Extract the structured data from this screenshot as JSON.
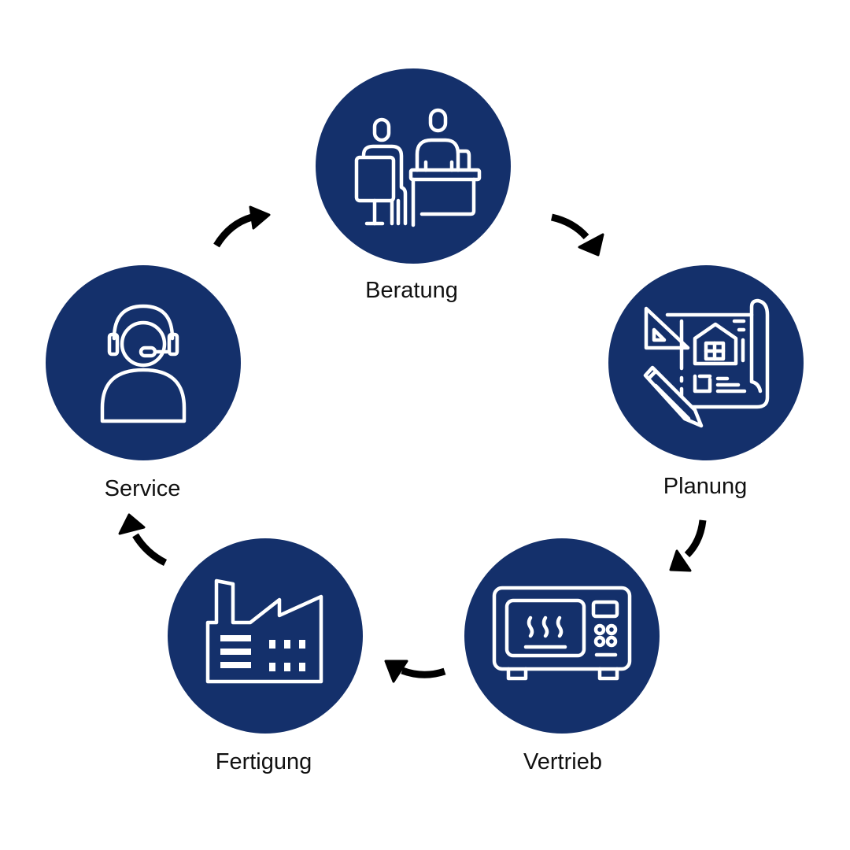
{
  "diagram": {
    "type": "process-cycle",
    "circle_color": "#14306b",
    "icon_color": "#ffffff",
    "arrow_color": "#000000",
    "steps": [
      {
        "id": "beratung",
        "label": "Beratung",
        "icon": "consultation-desk-icon"
      },
      {
        "id": "planung",
        "label": "Planung",
        "icon": "blueprint-house-icon"
      },
      {
        "id": "vertrieb",
        "label": "Vertrieb",
        "icon": "microwave-icon"
      },
      {
        "id": "fertigung",
        "label": "Fertigung",
        "icon": "factory-icon"
      },
      {
        "id": "service",
        "label": "Service",
        "icon": "headset-agent-icon"
      }
    ],
    "flow": [
      {
        "from": "beratung",
        "to": "planung"
      },
      {
        "from": "planung",
        "to": "vertrieb"
      },
      {
        "from": "vertrieb",
        "to": "fertigung"
      },
      {
        "from": "fertigung",
        "to": "service"
      },
      {
        "from": "service",
        "to": "beratung"
      }
    ]
  }
}
